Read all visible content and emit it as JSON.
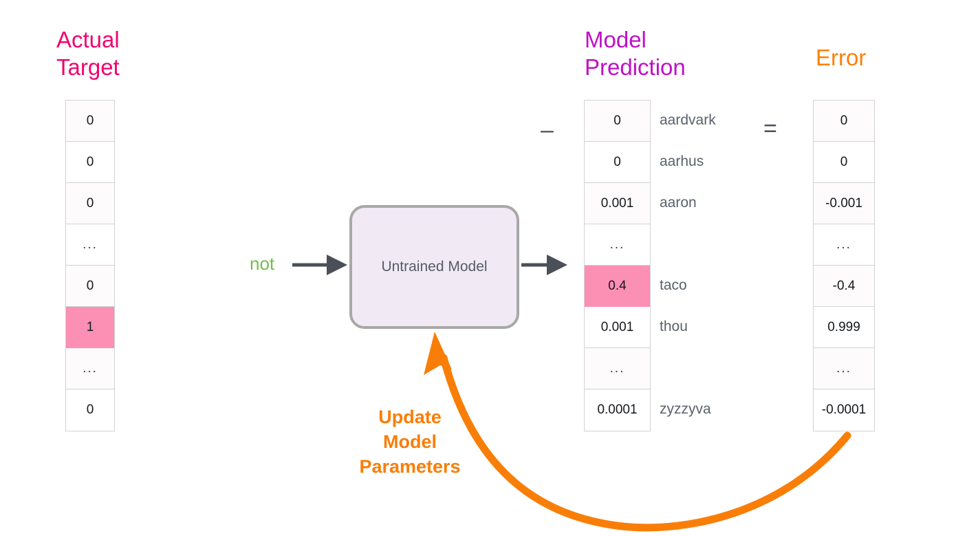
{
  "headings": {
    "actual_target": "Actual\nTarget",
    "model_prediction": "Model\nPrediction",
    "error": "Error"
  },
  "colors": {
    "actual_target": "#f0046e",
    "model_prediction": "#c010c6",
    "error": "#fa8008",
    "highlight": "#fb8fb4",
    "arrow_dark": "#4a4f58",
    "arrow_orange": "#f97e07",
    "token_green": "#74bd4e",
    "model_box_fill": "#f1eaf5",
    "model_box_border": "#a8a8a8",
    "cell_border": "#d2d2d2",
    "word_label": "#5b616b"
  },
  "input_token": "not",
  "model_box": {
    "label": "Untrained Model"
  },
  "operators": {
    "minus": "–",
    "equals": "="
  },
  "update_caption": "Update\nModel\nParameters",
  "word_labels": [
    "aardvark",
    "aarhus",
    "aaron",
    "",
    "taco",
    "thou",
    "",
    "zyzzyva"
  ],
  "vectors": {
    "actual_target": [
      {
        "value": "0",
        "highlight": false,
        "ellipsis": false
      },
      {
        "value": "0",
        "highlight": false,
        "ellipsis": false
      },
      {
        "value": "0",
        "highlight": false,
        "ellipsis": false
      },
      {
        "value": "...",
        "highlight": false,
        "ellipsis": true
      },
      {
        "value": "0",
        "highlight": false,
        "ellipsis": false
      },
      {
        "value": "1",
        "highlight": true,
        "ellipsis": false
      },
      {
        "value": "...",
        "highlight": false,
        "ellipsis": true
      },
      {
        "value": "0",
        "highlight": false,
        "ellipsis": false
      }
    ],
    "model_prediction": [
      {
        "value": "0",
        "highlight": false,
        "ellipsis": false
      },
      {
        "value": "0",
        "highlight": false,
        "ellipsis": false
      },
      {
        "value": "0.001",
        "highlight": false,
        "ellipsis": false
      },
      {
        "value": "...",
        "highlight": false,
        "ellipsis": true
      },
      {
        "value": "0.4",
        "highlight": true,
        "ellipsis": false
      },
      {
        "value": "0.001",
        "highlight": false,
        "ellipsis": false
      },
      {
        "value": "...",
        "highlight": false,
        "ellipsis": true
      },
      {
        "value": "0.0001",
        "highlight": false,
        "ellipsis": false
      }
    ],
    "error": [
      {
        "value": "0",
        "highlight": false,
        "ellipsis": false
      },
      {
        "value": "0",
        "highlight": false,
        "ellipsis": false
      },
      {
        "value": "-0.001",
        "highlight": false,
        "ellipsis": false
      },
      {
        "value": "...",
        "highlight": false,
        "ellipsis": true
      },
      {
        "value": "-0.4",
        "highlight": false,
        "ellipsis": false
      },
      {
        "value": "0.999",
        "highlight": false,
        "ellipsis": false
      },
      {
        "value": "...",
        "highlight": false,
        "ellipsis": true
      },
      {
        "value": "-0.0001",
        "highlight": false,
        "ellipsis": false
      }
    ]
  }
}
